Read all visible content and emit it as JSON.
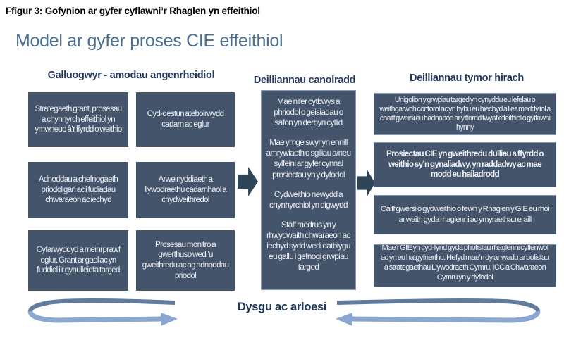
{
  "figure_title": "Ffigur 3:  Gofynion ar gyfer cyflawni’r Rhaglen yn effeithiol",
  "model_title": "Model ar gyfer proses CIE effeithiol",
  "columns": {
    "enablers": {
      "header": "Galluogwyr - amodau angenrheidiol",
      "boxes": [
        "Strategaeth grant, prosesau a chynnyrch effeithiol yn ymwneud â’r ffyrdd o weithio",
        "Cyd-destun atebolrwydd cadarn ac eglur",
        "Adnoddau a chefnogaeth priodol gan ac i fudiadau chwaraeon ac iechyd",
        "Arweinyddiaeth a llywodraethu cadarnhaol a chydweithredol",
        "Cyfarwyddyd a meini prawf eglur. Grant ar gael ac yn fuddiol i’r gynulleidfa targed",
        "Prosesau monitro a gwerthuso wedi’u gweithredu ac ag adnoddau priodol"
      ]
    },
    "intermediate": {
      "header": "Deilliannau canolradd",
      "paragraphs": [
        "Mae nifer cytbwys a phriodol o geisiadau o safon yn derbyn cyllid",
        "Mae ymgeiswyr yn ennill amrywiaeth o sgiliau a/neu sylfeini ar gyfer cynnal prosiectau yn y dyfodol",
        "Cydweithio newydd a chynhyrchiol yn digwydd",
        "Staff medrus yn y rhwydwaith chwaraeon ac iechyd sydd wedi datblygu eu gallu i gefnogi grwpiau targed"
      ]
    },
    "longer_term": {
      "header": "Deilliannau tymor hirach",
      "boxes": [
        "Unigolion y grwpiau targed yn cynyddu eu lefelau o weithgarwch corfforol ac yn hybu eu hiechyd a lles meddyliol a chaiff gwersi eu hadnabod ar y ffordd fwyaf effeithiol o gyflawni hynny",
        "Prosiectau CIE yn gweithredu dulliau a ffyrdd o weithio sy’n gynaliadwy, yn raddadwy ac mae modd eu hailadrodd",
        "Caiff gwersi o gydweithio o fewn y Rhaglen y GIE eu rhoi ar waith gyda rhaglenni ac ymyraethau eraill",
        "Mae’r GIE yn cyd-fynd gyda pholisïau rhaglenni cyflenwol ac yn eu hatgyfnerthu. Hefyd mae’n dylanwadu ar bolisïau a strategaethau Llywodraeth Cymru, ICC a Chwaraeon Cymru yn y dyfodol"
      ]
    }
  },
  "footer": {
    "label": "Dysgu ac arloesi"
  },
  "icons": {
    "flow_arrow_1": "right-block-arrow",
    "flow_arrow_2": "right-block-arrow",
    "loop_left": "cycle-loop-arrow-right",
    "loop_right": "cycle-loop-arrow-left"
  },
  "colors": {
    "box_fill": "#44546A",
    "box_border": "#8096B4",
    "header_text": "#24395C",
    "model_title": "#4C6F92",
    "flow_arrow": "#2E4459",
    "loop_light": "#8CA7CF",
    "loop_dark": "#627B9D",
    "footer_text": "#1F3655"
  }
}
